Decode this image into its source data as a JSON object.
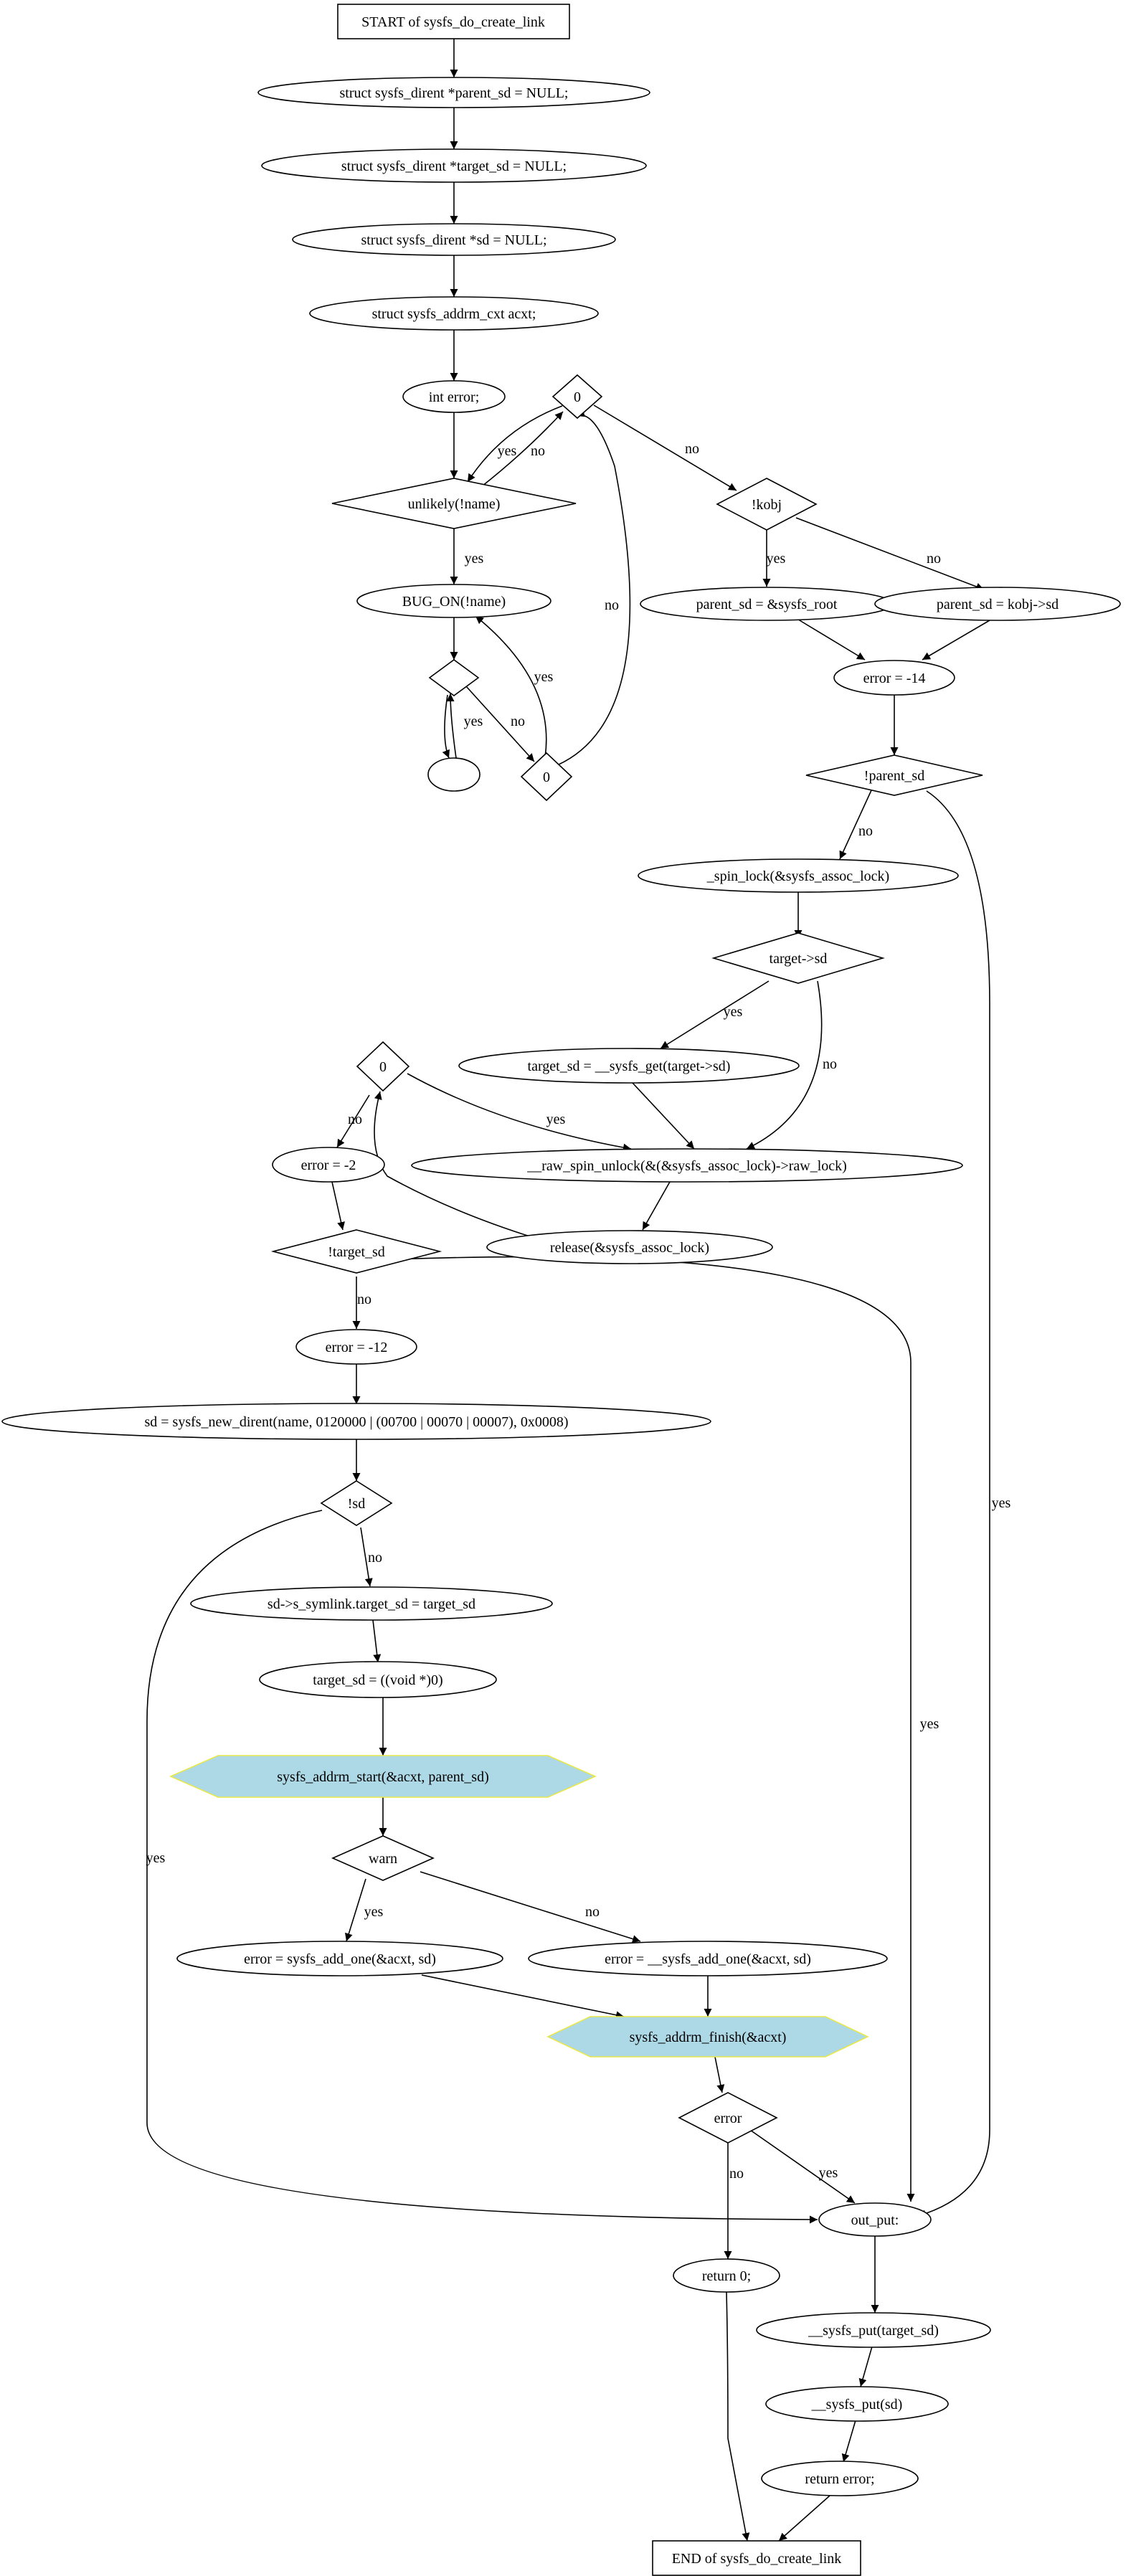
{
  "nodes": {
    "start": "START of sysfs_do_create_link",
    "decl_parent": "struct sysfs_dirent *parent_sd = NULL;",
    "decl_target": "struct sysfs_dirent *target_sd = NULL;",
    "decl_sd": "struct sysfs_dirent *sd = NULL;",
    "decl_acxt": "struct sysfs_addrm_cxt acxt;",
    "decl_error": "int error;",
    "cond_zero_a": "0",
    "cond_unlikely": "unlikely(!name)",
    "bug_on": "BUG_ON(!name)",
    "cond_empty": "",
    "empty_oval": "",
    "cond_zero_b": "0",
    "cond_kobj": "!kobj",
    "parent_root": "parent_sd = &sysfs_root",
    "parent_kobj": "parent_sd = kobj->sd",
    "error_14": "error = -14",
    "cond_parent": "!parent_sd",
    "spin_lock": "_spin_lock(&sysfs_assoc_lock)",
    "cond_target_sd": "target->sd",
    "target_get": "target_sd = __sysfs_get(target->sd)",
    "cond_zero_c": "0",
    "raw_unlock": "__raw_spin_unlock(&(&sysfs_assoc_lock)->raw_lock)",
    "release": "release(&sysfs_assoc_lock)",
    "error_2": "error = -2",
    "cond_target": "!target_sd",
    "error_12": "error = -12",
    "new_dirent": "sd = sysfs_new_dirent(name, 0120000 | (00700 | 00070 | 00007), 0x0008)",
    "cond_sd": "!sd",
    "symlink": "sd->s_symlink.target_sd = target_sd",
    "target_null": "target_sd = ((void *)0)",
    "addrm_start": "sysfs_addrm_start(&acxt, parent_sd)",
    "cond_warn": "warn",
    "add_one": "error = sysfs_add_one(&acxt, sd)",
    "add_one_raw": "error = __sysfs_add_one(&acxt, sd)",
    "addrm_finish": "sysfs_addrm_finish(&acxt)",
    "cond_error": "error",
    "out_put": "out_put:",
    "return_zero": "return 0;",
    "put_target": "__sysfs_put(target_sd)",
    "put_sd": "__sysfs_put(sd)",
    "return_error": "return error;",
    "end": "END of sysfs_do_create_link"
  },
  "edge_labels": {
    "yes": "yes",
    "no": "no"
  },
  "colors": {
    "hexagon_fill": "#add8e6",
    "hexagon_stroke": "#e8e84a",
    "line": "#000000",
    "background": "#ffffff"
  }
}
